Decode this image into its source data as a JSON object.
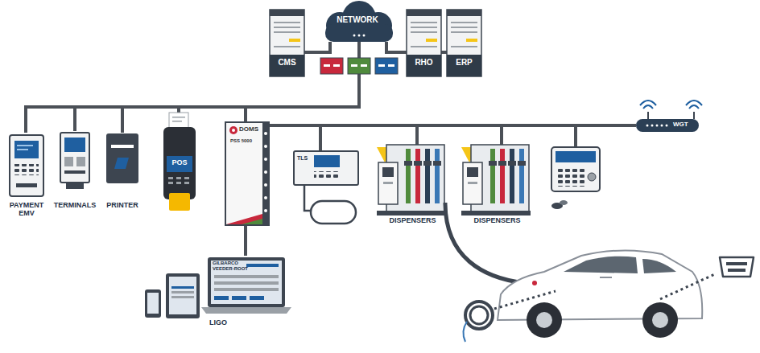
{
  "diagram": {
    "nodes": [
      {
        "text": [
          "CMS"
        ]
      },
      {
        "text": [
          "NETWORK"
        ]
      },
      {
        "text": [
          "RHO"
        ]
      },
      {
        "text": [
          "ERP"
        ]
      },
      {
        "text": [
          "PAYMENT EMV"
        ]
      },
      {
        "text": [
          "TERMINALS"
        ]
      },
      {
        "text": [
          "PRINTER"
        ]
      },
      {
        "text": [
          "POS"
        ]
      },
      {
        "text": [
          "DOMS",
          "PSS 5000"
        ]
      },
      {
        "text": [
          "WGT"
        ]
      },
      {
        "text": [
          "TLS"
        ]
      },
      {
        "text": [
          "DISPENSERS"
        ]
      },
      {
        "text": [
          "DISPENSERS"
        ]
      },
      {
        "text": [
          "GILBARCO VEEDER-ROOT",
          "LIGO"
        ]
      }
    ],
    "edges": [
      {
        "from": 1,
        "to": 0,
        "arrow": "none"
      },
      {
        "from": 1,
        "to": 2,
        "arrow": "none"
      },
      {
        "from": 1,
        "to": 3,
        "arrow": "none"
      },
      {
        "from": 1,
        "to": 4,
        "arrow": "none"
      },
      {
        "from": 1,
        "to": 5,
        "arrow": "none"
      },
      {
        "from": 1,
        "to": 6,
        "arrow": "none"
      },
      {
        "from": 1,
        "to": 7,
        "arrow": "none"
      },
      {
        "from": 1,
        "to": 8,
        "arrow": "none"
      },
      {
        "from": 8,
        "to": 9,
        "arrow": "none"
      },
      {
        "from": 8,
        "to": 10,
        "arrow": "none"
      },
      {
        "from": 8,
        "to": 11,
        "arrow": "none"
      },
      {
        "from": 8,
        "to": 12,
        "arrow": "none"
      },
      {
        "from": 8,
        "to": 13,
        "arrow": "none"
      }
    ]
  }
}
